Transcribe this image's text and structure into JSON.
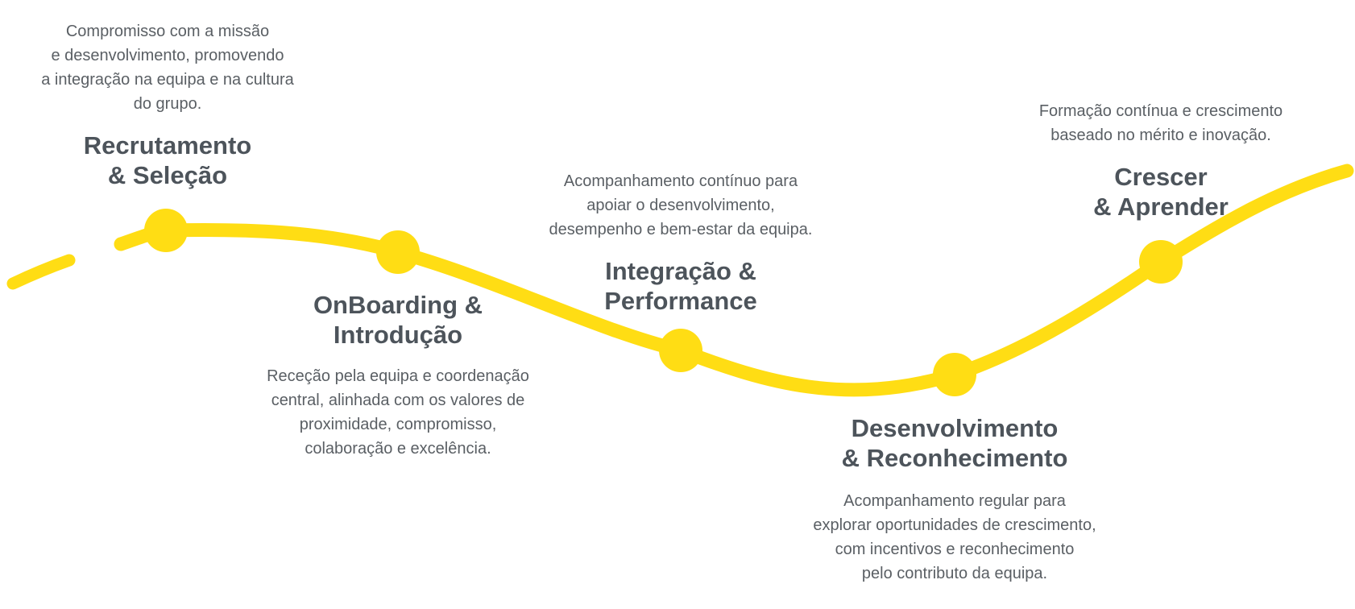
{
  "colors": {
    "accent": "#ffdd14",
    "title_text": "#4d545b",
    "body_text": "#5a5f64",
    "background": "#ffffff"
  },
  "stages": [
    {
      "title_lines": [
        "Recrutamento",
        "& Seleção"
      ],
      "desc_lines": [
        "Compromisso com a missão",
        "e desenvolvimento, promovendo",
        "a integração na equipa e na cultura",
        "do grupo."
      ]
    },
    {
      "title_lines": [
        "OnBoarding &",
        "Introdução"
      ],
      "desc_lines": [
        "Receção pela equipa e coordenação",
        "central, alinhada com os valores de",
        "proximidade, compromisso,",
        "colaboração e excelência."
      ]
    },
    {
      "title_lines": [
        "Integração &",
        "Performance"
      ],
      "desc_lines": [
        "Acompanhamento contínuo para",
        "apoiar o desenvolvimento,",
        "desempenho e bem-estar da equipa."
      ]
    },
    {
      "title_lines": [
        "Desenvolvimento",
        "& Reconhecimento"
      ],
      "desc_lines": [
        "Acompanhamento regular para",
        "explorar oportunidades de crescimento,",
        "com incentivos e reconhecimento",
        "pelo contributo da equipa."
      ]
    },
    {
      "title_lines": [
        "Crescer",
        "& Aprender"
      ],
      "desc_lines": [
        "Formação contínua e crescimento",
        "baseado no mérito e inovação."
      ]
    }
  ]
}
